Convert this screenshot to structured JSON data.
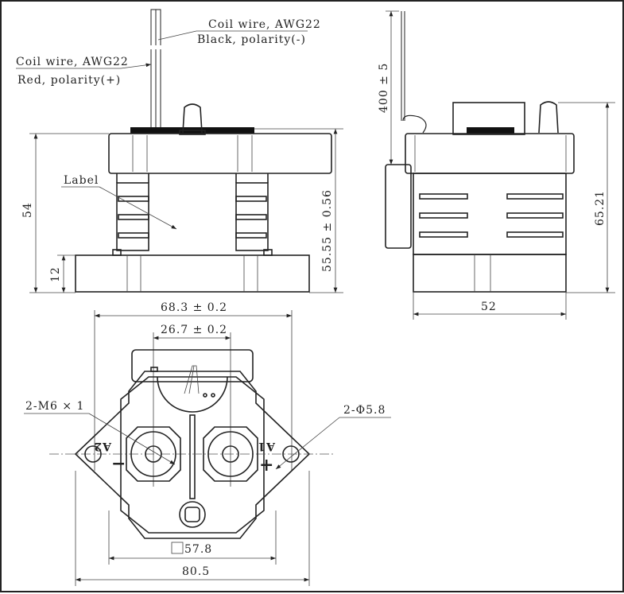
{
  "drawing": {
    "front_view": {
      "coil_wire_black_line1": "Coil wire, AWG22",
      "coil_wire_black_line2": "Black, polarity(-)",
      "coil_wire_red_line1": "Coil wire, AWG22",
      "coil_wire_red_line2": "Red, polarity(+)",
      "label_callout": "Label",
      "dim_height_total": "54",
      "dim_base_height": "12",
      "dim_height_to_cap": "55.55 ± 0.56"
    },
    "side_view": {
      "dim_wire_length": "400 ± 5",
      "dim_height": "65.21",
      "dim_width": "52"
    },
    "bottom_view": {
      "dim_hole_spacing": "68.3 ± 0.2",
      "dim_terminal_spacing": "26.7 ± 0.2",
      "thread_callout": "2-M6 × 1",
      "hole_callout": "2-Φ5.8",
      "terminal_a1": "A1",
      "terminal_a2": "A2",
      "polarity_plus": "+",
      "polarity_minus": "−",
      "dim_body_square": "57.8",
      "dim_overall_width": "80.5"
    }
  }
}
